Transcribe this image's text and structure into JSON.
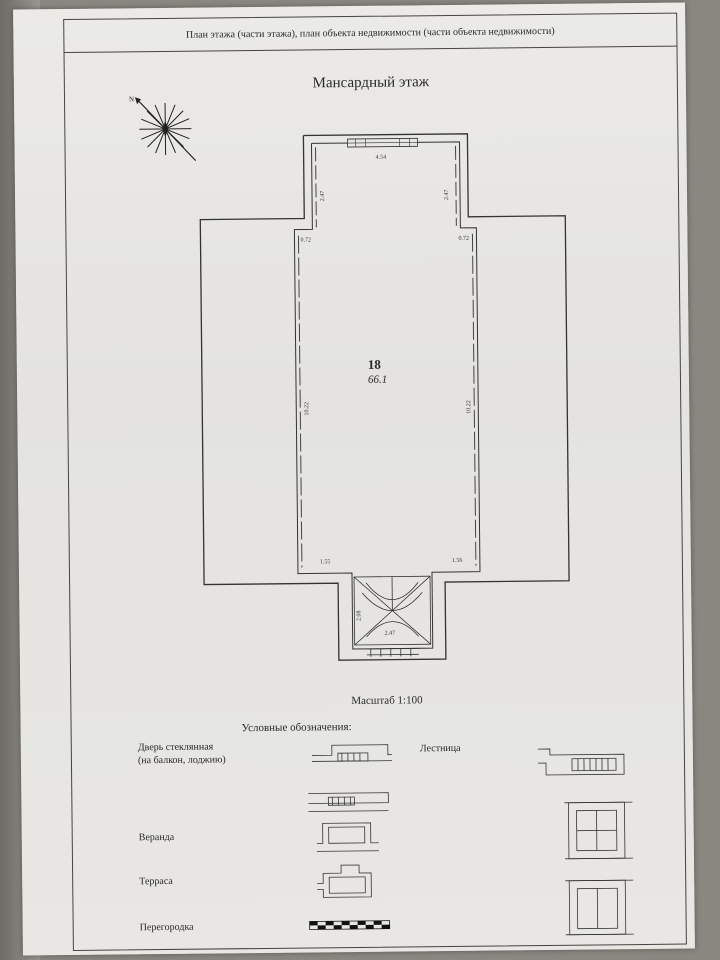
{
  "header": {
    "text": "План этажа (части этажа), план объекта недвижимости (части объекта недвижимости)"
  },
  "floor_title": "Мансардный этаж",
  "room": {
    "number": "18",
    "area": "66.1"
  },
  "dimensions": {
    "top_width": "4.54",
    "left_upper": "2.47",
    "right_upper": "2.47",
    "corner_tl": "0.72",
    "corner_tr": "0.72",
    "left_side": "10.22",
    "right_side": "10.22",
    "bottom_left": "1.55",
    "bottom_right": "1.56",
    "stair_side": "2.08",
    "stair_bottom": "2.47"
  },
  "scale": "Масштаб 1:100",
  "legend": {
    "title": "Условные обозначения:",
    "glass_door": "Дверь стеклянная\n(на балкон, лоджию)",
    "stairs": "Лестница",
    "veranda": "Веранда",
    "terrace": "Терраса",
    "partition": "Перегородка"
  },
  "compass_icon": "compass-rose-icon",
  "colors": {
    "paper": "#e8e7e3",
    "ink": "#2a2a2a"
  }
}
